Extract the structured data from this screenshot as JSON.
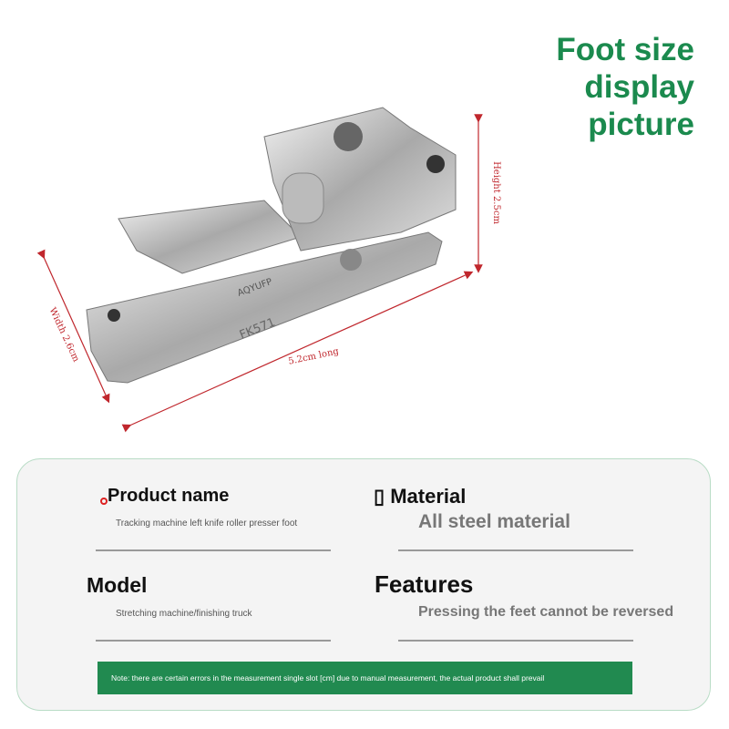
{
  "title": {
    "line1": "Foot size",
    "line2": "display",
    "line3": "picture"
  },
  "product_image": {
    "brand": "AQYUFP",
    "model_mark": "FK571"
  },
  "dimensions": {
    "height": "Height 2.5cm",
    "width": "Width 2.6cm",
    "length": "5.2cm long"
  },
  "info": {
    "product_name_label": "Product name",
    "product_name_value": "Tracking machine left knife roller presser foot",
    "material_label": "▯ Material",
    "material_value": "All steel material",
    "model_label": "Model",
    "model_value": "Stretching machine/finishing truck",
    "features_label": "Features",
    "features_value": "Pressing the feet cannot be reversed"
  },
  "note": "Note: there are certain errors in the measurement single slot [cm] due to manual measurement, the actual product shall prevail",
  "colors": {
    "accent": "#1b8a4e",
    "dimension": "#c0272d"
  }
}
